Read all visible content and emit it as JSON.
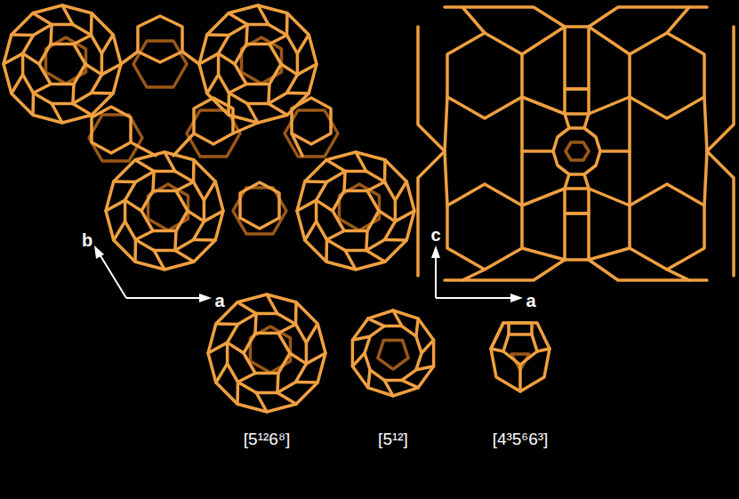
{
  "diagram": {
    "labels": [
      "b",
      "a",
      "c",
      "a",
      "[5¹²6⁸]",
      "[5¹²]",
      "[4³5⁶6³]"
    ]
  }
}
